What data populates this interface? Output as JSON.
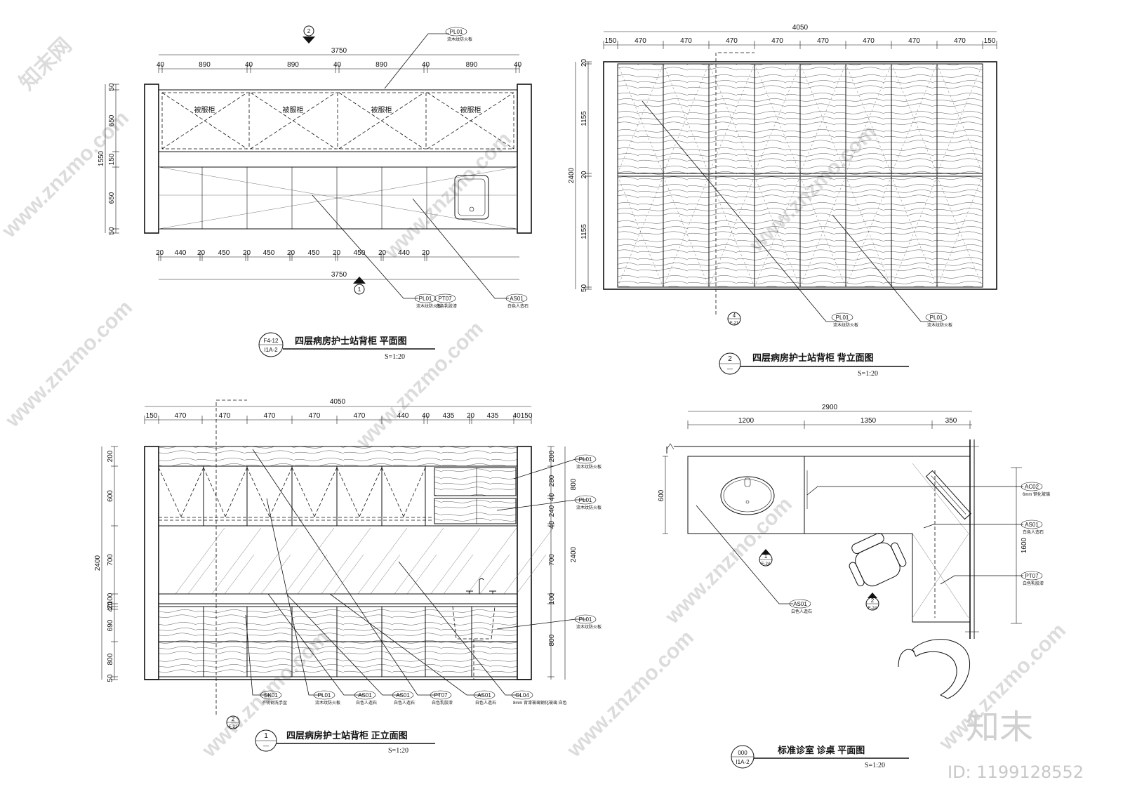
{
  "watermarks": {
    "site": "www.znzmo.com",
    "cn": "知末网",
    "brand": "知末",
    "id": "ID: 1199128552"
  },
  "panel_plan": {
    "title": "四层病房护士站背柜 平面图",
    "scale": "S=1:20",
    "ref_top": "F4-12",
    "ref_bottom": "I1A-2",
    "section_mark_top": "2",
    "section_mark_bottom": "1",
    "total_width": "3750",
    "top_dims": [
      "40",
      "890",
      "40",
      "890",
      "40",
      "890",
      "40",
      "890",
      "40"
    ],
    "bottom_dims": [
      "20",
      "440",
      "20",
      "450",
      "20",
      "450",
      "20",
      "450",
      "20",
      "450",
      "20",
      "440",
      "20"
    ],
    "left_dims": [
      "50",
      "650",
      "150",
      "650",
      "50"
    ],
    "left_total": "1550",
    "cabinet_labels": [
      "被服柜",
      "被服柜",
      "被服柜",
      "被服柜"
    ],
    "tags": [
      {
        "code": "PL01",
        "note": "流木纹防火板"
      },
      {
        "code": "PL01",
        "note": "流木纹防火板"
      },
      {
        "code": "PT07",
        "note": "白色乳胶漆"
      },
      {
        "code": "AS01",
        "note": "白色人造石"
      }
    ]
  },
  "panel_back": {
    "title": "四层病房护士站背柜 背立面图",
    "scale": "S=1:20",
    "circle_num": "2",
    "circle_sub": "—",
    "total_width": "4050",
    "top_dims": [
      "150",
      "470",
      "470",
      "470",
      "470",
      "470",
      "470",
      "470",
      "470",
      "150"
    ],
    "left_dims": [
      "20",
      "1155",
      "20",
      "1155",
      "50"
    ],
    "left_total": "2400",
    "section_ref_num": "4",
    "section_ref_sub": "F-21",
    "tags": [
      {
        "code": "PL01",
        "note": "流木纹防火板"
      },
      {
        "code": "PL01",
        "note": "流木纹防火板"
      }
    ]
  },
  "panel_front": {
    "title": "四层病房护士站背柜 正立面图",
    "scale": "S=1:20",
    "circle_num": "1",
    "circle_sub": "—",
    "total_width": "4050",
    "top_dims": [
      "150",
      "470",
      "470",
      "470",
      "470",
      "470",
      "440",
      "40",
      "435",
      "20",
      "435",
      "40150"
    ],
    "left_dims": [
      "200",
      "600",
      "700",
      "100",
      "20",
      "40",
      "690",
      "800",
      "50"
    ],
    "left_total": "2400",
    "right_dims": [
      "200",
      "280",
      "40",
      "240",
      "40",
      "700",
      "100",
      "800"
    ],
    "right_stack": [
      "800",
      "2400"
    ],
    "section_ref_num": "2",
    "section_ref_sub": "F-21",
    "tags_right": [
      {
        "code": "PL01",
        "note": "流木纹防火板"
      },
      {
        "code": "PL01",
        "note": "流木纹防火板"
      },
      {
        "code": "PL01",
        "note": "流木纹防火板"
      }
    ],
    "tags_bottom": [
      {
        "code": "SK01",
        "note": "不锈钢洗手盆"
      },
      {
        "code": "PL01",
        "note": "流木纹防火板"
      },
      {
        "code": "AS01",
        "note": "白色人造石"
      },
      {
        "code": "AS01",
        "note": "白色人造石"
      },
      {
        "code": "PT07",
        "note": "白色乳胶漆"
      },
      {
        "code": "AS01",
        "note": "白色人造石"
      },
      {
        "code": "GL04",
        "note": "8mm 背漆玻璃钢化玻璃  白色"
      }
    ]
  },
  "panel_desk": {
    "title": "标准诊室 诊桌 平面图",
    "scale": "S=1:20",
    "ref_top": "000",
    "ref_bottom": "I1A-2",
    "total_width": "2900",
    "top_dims": [
      "1200",
      "1350",
      "350"
    ],
    "left_dim": "600",
    "right_dim": "1600",
    "section_a_num": "1",
    "section_a_sub": "F-24",
    "section_b_num": "2",
    "section_b_sub": "F-24",
    "tags": [
      {
        "code": "AC02",
        "note": "6mm 钢化玻璃"
      },
      {
        "code": "AS01",
        "note": "白色人造石"
      },
      {
        "code": "PT07",
        "note": "白色乳胶漆"
      },
      {
        "code": "AS01",
        "note": "白色人造石"
      }
    ]
  }
}
